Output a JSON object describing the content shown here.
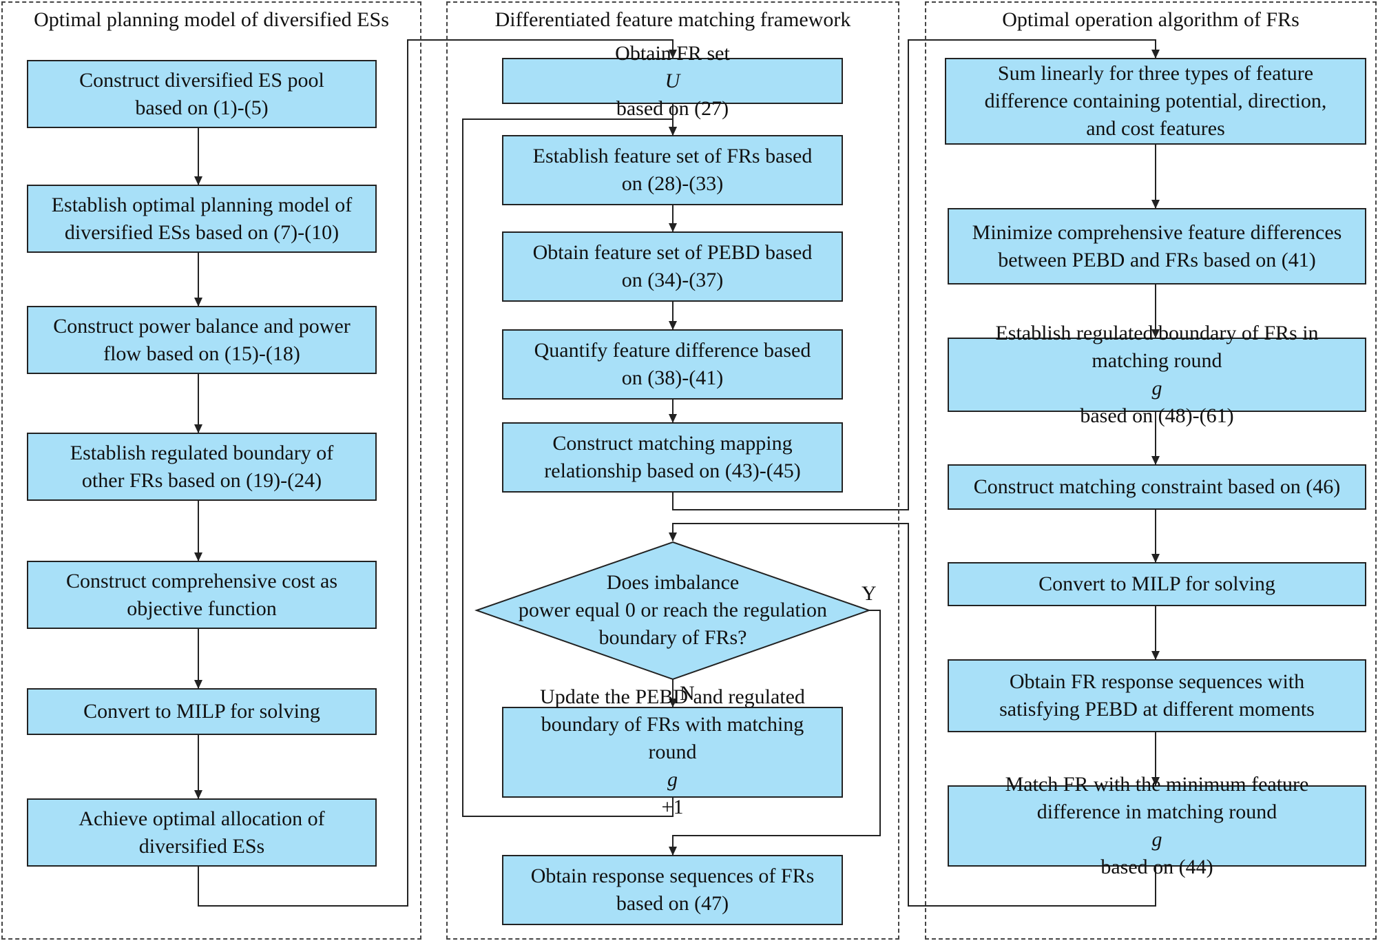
{
  "panels": {
    "left_title": "Optimal planning model of diversified ESs",
    "middle_title": "Differentiated feature matching framework",
    "right_title": "Optimal operation algorithm of FRs"
  },
  "left": {
    "b1": [
      "Construct diversified ES pool",
      "based on (1)-(5)"
    ],
    "b2": [
      "Establish optimal planning model of",
      "diversified ESs based on (7)-(10)"
    ],
    "b3": [
      "Construct power balance and power",
      "flow based on (15)-(18)"
    ],
    "b4": [
      "Establish regulated boundary of",
      "other FRs based on (19)-(24)"
    ],
    "b5": [
      "Construct comprehensive cost as",
      "objective function"
    ],
    "b6": [
      "Convert to MILP for solving"
    ],
    "b7": [
      "Achieve optimal allocation of",
      "diversified ESs"
    ]
  },
  "middle": {
    "b1_pre": "Obtain FR set ",
    "b1_var": "U",
    "b1_post": " based on (27)",
    "b2": [
      "Establish feature set of FRs based",
      "on (28)-(33)"
    ],
    "b3": [
      "Obtain feature set of PEBD based",
      "on (34)-(37)"
    ],
    "b4": [
      "Quantify feature difference based",
      "on (38)-(41)"
    ],
    "b5": [
      "Construct matching mapping",
      "relationship based on (43)-(45)"
    ],
    "decision": [
      "Does imbalance",
      "power equal 0 or reach the regulation",
      "boundary of FRs?"
    ],
    "yes_label": "Y",
    "no_label": "N",
    "b6_l1": "Update the PEBD and regulated",
    "b6_l2": "boundary of FRs with matching",
    "b6_l3_pre": "round ",
    "b6_l3_var": "g",
    "b6_l3_post": "+1",
    "b7": [
      "Obtain response sequences of FRs",
      "based on (47)"
    ]
  },
  "right": {
    "b1": [
      "Sum linearly for three types of feature",
      "difference containing potential, direction,",
      "and cost features"
    ],
    "b2": [
      "Minimize comprehensive feature differences",
      "between PEBD and FRs based on (41)"
    ],
    "b3_l1": "Establish regulated  boundary of FRs in",
    "b3_l2_pre": "matching round ",
    "b3_l2_var": "g",
    "b3_l2_post": " based on (48)-(61)",
    "b4": [
      "Construct matching constraint based on (46)"
    ],
    "b5": [
      "Convert to MILP for solving"
    ],
    "b6": [
      "Obtain FR response sequences with",
      "satisfying PEBD at different moments"
    ],
    "b7_l1": "Match FR with the minimum feature",
    "b7_l2_pre": "difference in matching round ",
    "b7_l2_var": "g",
    "b7_l2_post": " based on (44)"
  },
  "colors": {
    "box_fill": "#a8e0f8",
    "stroke": "#222222"
  }
}
